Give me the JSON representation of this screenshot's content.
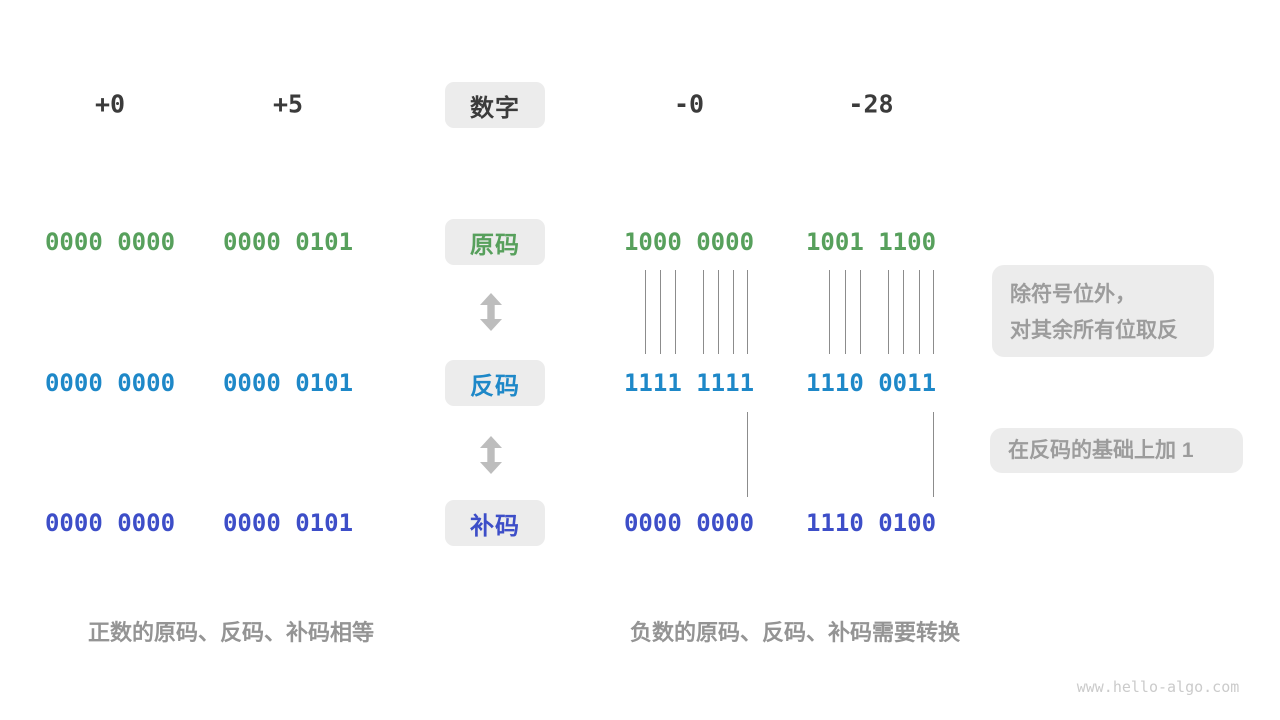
{
  "colors": {
    "sign_magnitude": "#57a05c",
    "ones_complement": "#1e88c8",
    "twos_complement": "#3d4ec8",
    "dark_text": "#3b3b3b",
    "gray_text": "#9c9c9c",
    "box_background": "#ececec"
  },
  "header": {
    "label": "数字",
    "numbers": [
      "+0",
      "+5",
      "-0",
      "-28"
    ]
  },
  "rows": [
    {
      "id": "sign",
      "label": "原码",
      "values": [
        "0000 0000",
        "0000 0101",
        "1000 0000",
        "1001 1100"
      ]
    },
    {
      "id": "ones",
      "label": "反码",
      "values": [
        "0000 0000",
        "0000 0101",
        "1111 1111",
        "1110 0011"
      ]
    },
    {
      "id": "twos",
      "label": "补码",
      "values": [
        "0000 0000",
        "0000 0101",
        "0000 0000",
        "1110 0100"
      ]
    }
  ],
  "annotations": {
    "flip_line1": "除符号位外，",
    "flip_line2": "对其余所有位取反",
    "carry": "在反码的基础上加 1"
  },
  "captions": {
    "positive": "正数的原码、反码、补码相等",
    "negative": "负数的原码、反码、补码需要转换"
  },
  "watermark": "www.hello-algo.com"
}
